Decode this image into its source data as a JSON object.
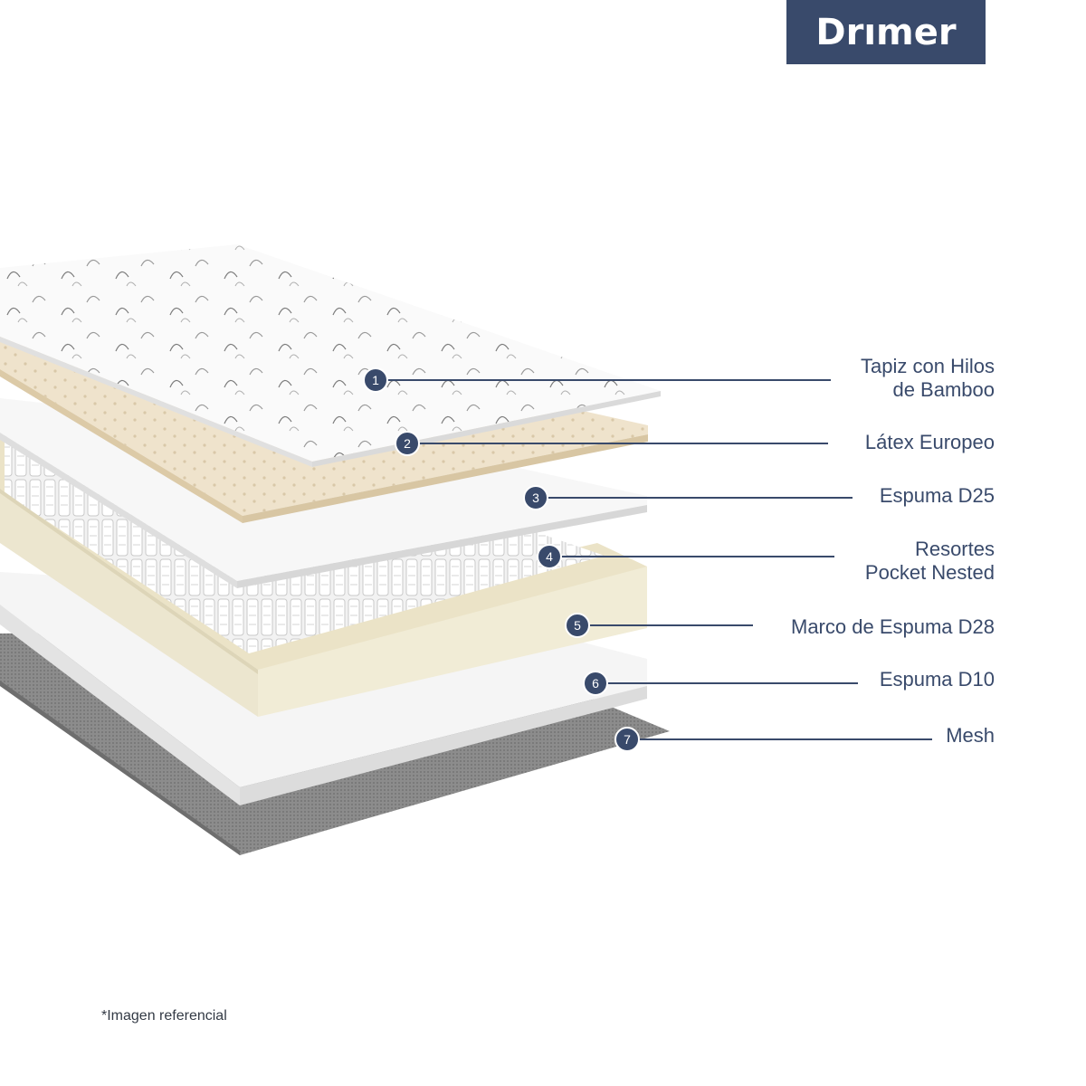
{
  "brand": {
    "logo_text": "Drımer"
  },
  "layers": [
    {
      "number": "1",
      "lines": [
        "Tapiz con Hilos",
        "de Bamboo"
      ]
    },
    {
      "number": "2",
      "lines": [
        "Látex Europeo"
      ]
    },
    {
      "number": "3",
      "lines": [
        "Espuma D25"
      ]
    },
    {
      "number": "4",
      "lines": [
        "Resortes",
        "Pocket Nested"
      ]
    },
    {
      "number": "5",
      "lines": [
        "Marco de Espuma D28"
      ]
    },
    {
      "number": "6",
      "lines": [
        "Espuma D10"
      ]
    },
    {
      "number": "7",
      "lines": [
        "Mesh"
      ]
    }
  ],
  "footnote": "*Imagen referencial",
  "colors": {
    "brand_navy": "#394a6b",
    "latex": "#efe3cc",
    "foam": "#f6f6f6",
    "frame": "#f3efdc",
    "mesh": "#8a8a8a"
  }
}
